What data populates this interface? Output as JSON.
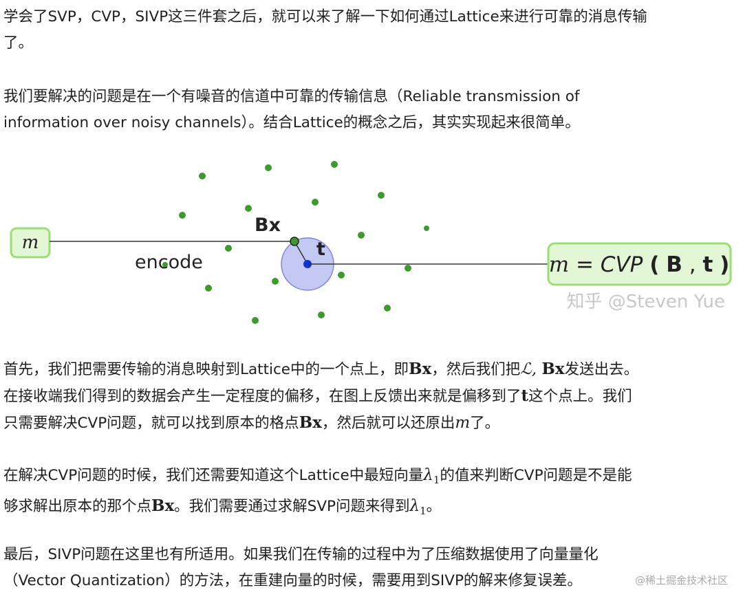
{
  "paragraphs": {
    "p1": {
      "line1": "学会了SVP，CVP，SIVP这三件套之后，就可以来了解一下如何通过Lattice来进行可靠的消息传输",
      "line2": "了。"
    },
    "p2": {
      "line1": "我们要解决的问题是在一个有噪音的信道中可靠的传输信息（Reliable transmission of",
      "line2": "information over noisy channels）。结合Lattice的概念之后，其实实现起来很简单。"
    },
    "p3": {
      "line1_a": "首先，我们把需要传输的消息映射到Lattice中的一个点上，即",
      "line1_bx": "Bx",
      "line1_b": "，然后我们把",
      "line1_math": "ℒ, ",
      "line1_bx2": "Bx",
      "line1_c": "发送出去。",
      "line2_a": "在接收端我们得到的数据会产生一定程度的偏移，在图上反馈出来就是偏移到了",
      "line2_t": "t",
      "line2_b": "这个点上。我们",
      "line3_a": "只需要解决CVP问题，就可以找到原本的格点",
      "line3_bx": "Bx",
      "line3_b": "，然后就可以还原出",
      "line3_m": "m",
      "line3_c": "了。"
    },
    "p4": {
      "line1_a": "在解决CVP问题的时候，我们还需要知道这个Lattice中最短向量",
      "line1_lambda": "λ",
      "line1_sub": "1",
      "line1_b": "的值来判断CVP问题是不是能",
      "line2_a": "够求解出原本的那个点",
      "line2_bx": "Bx",
      "line2_b": "。我们需要通过求解SVP问题来得到",
      "line2_lambda": "λ",
      "line2_sub": "1",
      "line2_c": "。"
    },
    "p5": {
      "line1": "最后，SIVP问题在这里也有所适用。如果我们在传输的过程中为了压缩数据使用了向量量化",
      "line2": "（Vector Quantization）的方法，在重建向量的时候，需要用到SIVP的解来修复误差。"
    }
  },
  "figure": {
    "label_m": "m",
    "label_bx": "Bx",
    "label_t": "t",
    "label_encode": "encode",
    "result_m": "m",
    "result_eq": " = ",
    "result_cvp": "CVP",
    "result_paren_open": "(",
    "result_b": "B",
    "result_comma": ", ",
    "result_t": "t",
    "result_paren_close": ")",
    "watermark": "知乎 @Steven Yue"
  },
  "watermark_bottom": "@稀土掘金技术社区",
  "colors": {
    "dot": "#3e9a2c",
    "box_fill": "#e3f6d6",
    "box_stroke": "#9bde74",
    "circle_fill": "#b8bff0",
    "circle_stroke": "#7b84d8",
    "target": "#1030d8",
    "line": "#333333"
  }
}
